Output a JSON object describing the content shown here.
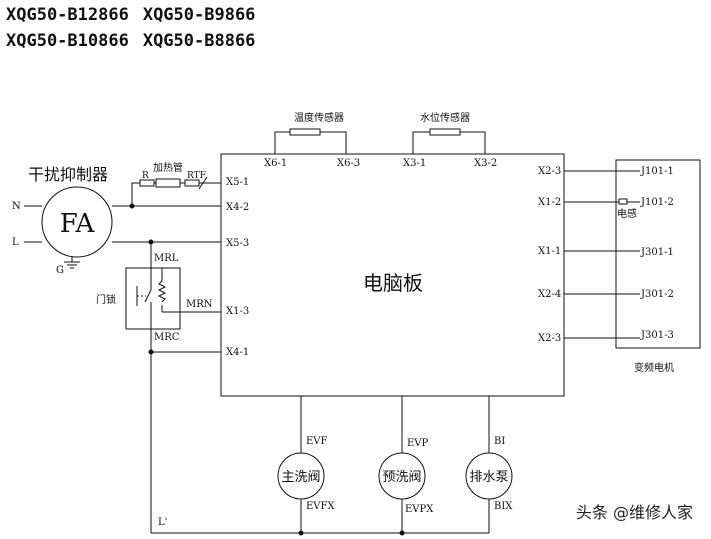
{
  "models": [
    "XQG50-B12866",
    "XQG50-B9866",
    "XQG50-B10866",
    "XQG50-B8866"
  ],
  "sensors": {
    "temp": "温度传感器",
    "water": "水位传感器"
  },
  "board": {
    "label": "电脑板",
    "pins_top": [
      "X6-1",
      "X6-3",
      "X3-1",
      "X3-2"
    ],
    "pins_left": [
      "X5-1",
      "X4-2",
      "X5-3",
      "X1-3",
      "X4-1"
    ],
    "pins_right": [
      "X2-3",
      "X1-2",
      "X1-1",
      "X2-4",
      "X2-3"
    ]
  },
  "filter": {
    "label": "干扰抑制器",
    "symbol": "FA",
    "n": "N",
    "l": "L",
    "g": "G"
  },
  "heater": {
    "label": "加热管",
    "r": "R",
    "rtf": "RTF"
  },
  "door_lock": {
    "label": "门锁",
    "mrl": "MRL",
    "mrn": "MRN",
    "mrc": "MRC"
  },
  "motor": {
    "label": "变频电机",
    "pins": [
      "J101-1",
      "J101-2",
      "J301-1",
      "J301-2",
      "J301-3"
    ],
    "inductor": "电感"
  },
  "valves": [
    {
      "label": "主洗阀",
      "top": "EVF",
      "bottom": "EVFX"
    },
    {
      "label": "预洗阀",
      "top": "EVP",
      "bottom": "EVPX"
    },
    {
      "label": "排水泵",
      "top": "BI",
      "bottom": "BIX"
    }
  ],
  "l_prime": "L'",
  "watermark": "头条 @维修人家"
}
